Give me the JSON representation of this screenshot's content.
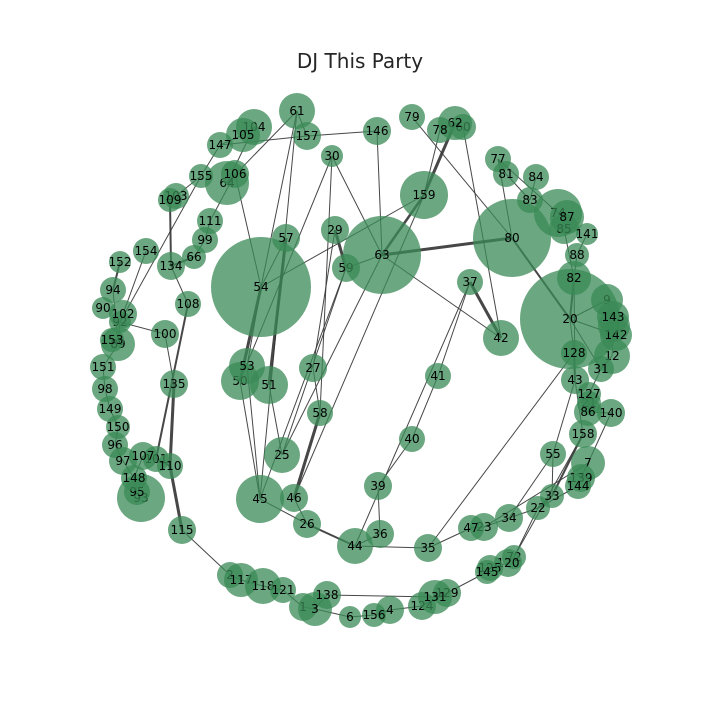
{
  "title": "DJ This Party",
  "node_color": "#3a8a55",
  "edge_color": "#333333",
  "label_color": "#000000",
  "nodes": [
    {
      "id": "1"
    },
    {
      "id": "2"
    },
    {
      "id": "3"
    },
    {
      "id": "4"
    },
    {
      "id": "6"
    },
    {
      "id": "7"
    },
    {
      "id": "9"
    },
    {
      "id": "11"
    },
    {
      "id": "12"
    },
    {
      "id": "20"
    },
    {
      "id": "21"
    },
    {
      "id": "22"
    },
    {
      "id": "23"
    },
    {
      "id": "25"
    },
    {
      "id": "26"
    },
    {
      "id": "27"
    },
    {
      "id": "29"
    },
    {
      "id": "30"
    },
    {
      "id": "31"
    },
    {
      "id": "33"
    },
    {
      "id": "34"
    },
    {
      "id": "35"
    },
    {
      "id": "36"
    },
    {
      "id": "37"
    },
    {
      "id": "39"
    },
    {
      "id": "40"
    },
    {
      "id": "41"
    },
    {
      "id": "42"
    },
    {
      "id": "43"
    },
    {
      "id": "44"
    },
    {
      "id": "45"
    },
    {
      "id": "46"
    },
    {
      "id": "47"
    },
    {
      "id": "50"
    },
    {
      "id": "51"
    },
    {
      "id": "53"
    },
    {
      "id": "54"
    },
    {
      "id": "55"
    },
    {
      "id": "57"
    },
    {
      "id": "58"
    },
    {
      "id": "59"
    },
    {
      "id": "60"
    },
    {
      "id": "61"
    },
    {
      "id": "62"
    },
    {
      "id": "63"
    },
    {
      "id": "64"
    },
    {
      "id": "66"
    },
    {
      "id": "72"
    },
    {
      "id": "74"
    },
    {
      "id": "77"
    },
    {
      "id": "78"
    },
    {
      "id": "79"
    },
    {
      "id": "80"
    },
    {
      "id": "81"
    },
    {
      "id": "82"
    },
    {
      "id": "83"
    },
    {
      "id": "84"
    },
    {
      "id": "85"
    },
    {
      "id": "86"
    },
    {
      "id": "87"
    },
    {
      "id": "88"
    },
    {
      "id": "89"
    },
    {
      "id": "90"
    },
    {
      "id": "92"
    },
    {
      "id": "93"
    },
    {
      "id": "94"
    },
    {
      "id": "95"
    },
    {
      "id": "96"
    },
    {
      "id": "97"
    },
    {
      "id": "98"
    },
    {
      "id": "99"
    },
    {
      "id": "100"
    },
    {
      "id": "101"
    },
    {
      "id": "102"
    },
    {
      "id": "103"
    },
    {
      "id": "104"
    },
    {
      "id": "105"
    },
    {
      "id": "106"
    },
    {
      "id": "107"
    },
    {
      "id": "108"
    },
    {
      "id": "109"
    },
    {
      "id": "110"
    },
    {
      "id": "111"
    },
    {
      "id": "115"
    },
    {
      "id": "117"
    },
    {
      "id": "118"
    },
    {
      "id": "120"
    },
    {
      "id": "121"
    },
    {
      "id": "124"
    },
    {
      "id": "125"
    },
    {
      "id": "127"
    },
    {
      "id": "128"
    },
    {
      "id": "129"
    },
    {
      "id": "131"
    },
    {
      "id": "134"
    },
    {
      "id": "135"
    },
    {
      "id": "138"
    },
    {
      "id": "139"
    },
    {
      "id": "140"
    },
    {
      "id": "141"
    },
    {
      "id": "142"
    },
    {
      "id": "143"
    },
    {
      "id": "144"
    },
    {
      "id": "145"
    },
    {
      "id": "146"
    },
    {
      "id": "147"
    },
    {
      "id": "148"
    },
    {
      "id": "149"
    },
    {
      "id": "150"
    },
    {
      "id": "151"
    },
    {
      "id": "152"
    },
    {
      "id": "153"
    },
    {
      "id": "154"
    },
    {
      "id": "155"
    },
    {
      "id": "156"
    },
    {
      "id": "157"
    },
    {
      "id": "158"
    },
    {
      "id": "159"
    }
  ]
}
